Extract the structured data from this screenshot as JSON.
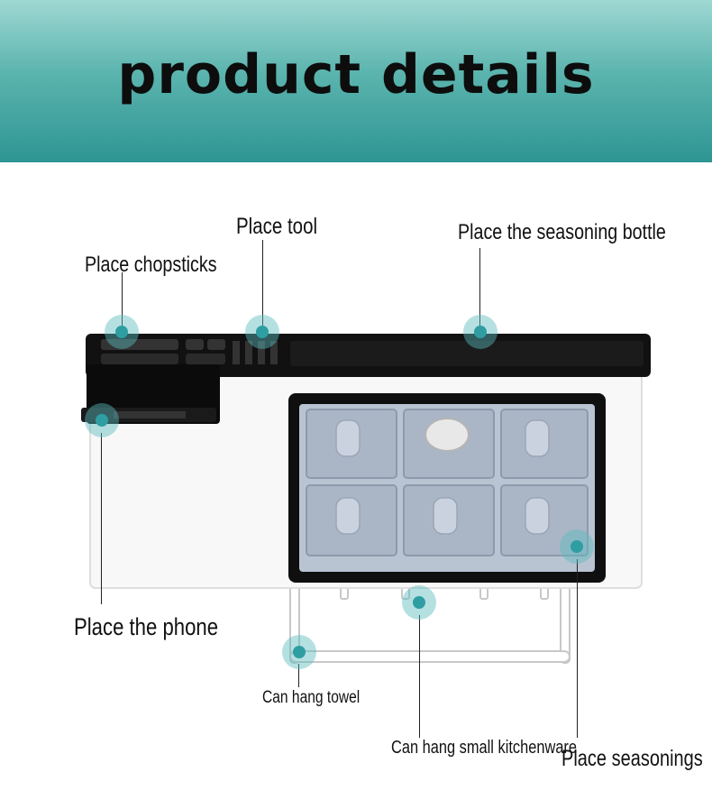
{
  "banner": {
    "title": "product details"
  },
  "callouts": {
    "place_chopsticks": "Place chopsticks",
    "place_tool": "Place tool",
    "place_seasoning_bottle": "Place the seasoning bottle",
    "place_phone": "Place the phone",
    "can_hang_towel": "Can hang towel",
    "can_hang_small_kitchenware": "Can hang small kitchenware",
    "place_seasonings": "Place seasonings"
  },
  "colors": {
    "accent": "#2f9ea3",
    "banner_top": "#9fd8d3",
    "banner_bottom": "#2e9593"
  }
}
